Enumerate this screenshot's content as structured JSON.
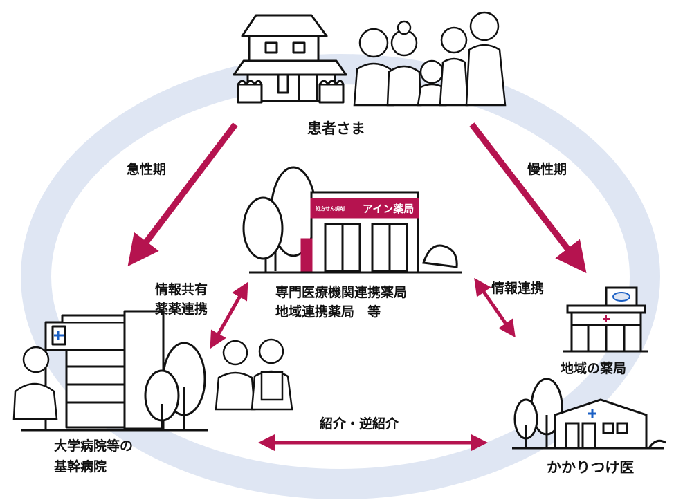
{
  "colors": {
    "accent": "#b5134f",
    "ring": "#dfe6f3",
    "line": "#111111",
    "cross": "#1a5fc4"
  },
  "nodes": {
    "patients": "患者さま",
    "center_pharmacy_line1": "専門医療機関連携薬局",
    "center_pharmacy_line2": "地域連携薬局　等",
    "university_hospital_line1": "大学病院等の",
    "university_hospital_line2": "基幹病院",
    "local_pharmacy": "地域の薬局",
    "family_doctor": "かかりつけ医"
  },
  "edges": {
    "acute": "急性期",
    "chronic": "慢性期",
    "info_share_line1": "情報共有",
    "info_share_line2": "薬薬連携",
    "info_link": "情報連携",
    "referral": "紹介・逆紹介"
  },
  "signage": {
    "store_sub": "処方せん調剤",
    "store_name": "アイン薬局"
  },
  "icons": [
    "house-icon",
    "family-icon",
    "pharmacy-store-icon",
    "trees-icon",
    "hospital-building-icon",
    "nurse-icon",
    "pharmacists-icon",
    "local-pharmacy-icon",
    "clinic-icon"
  ]
}
